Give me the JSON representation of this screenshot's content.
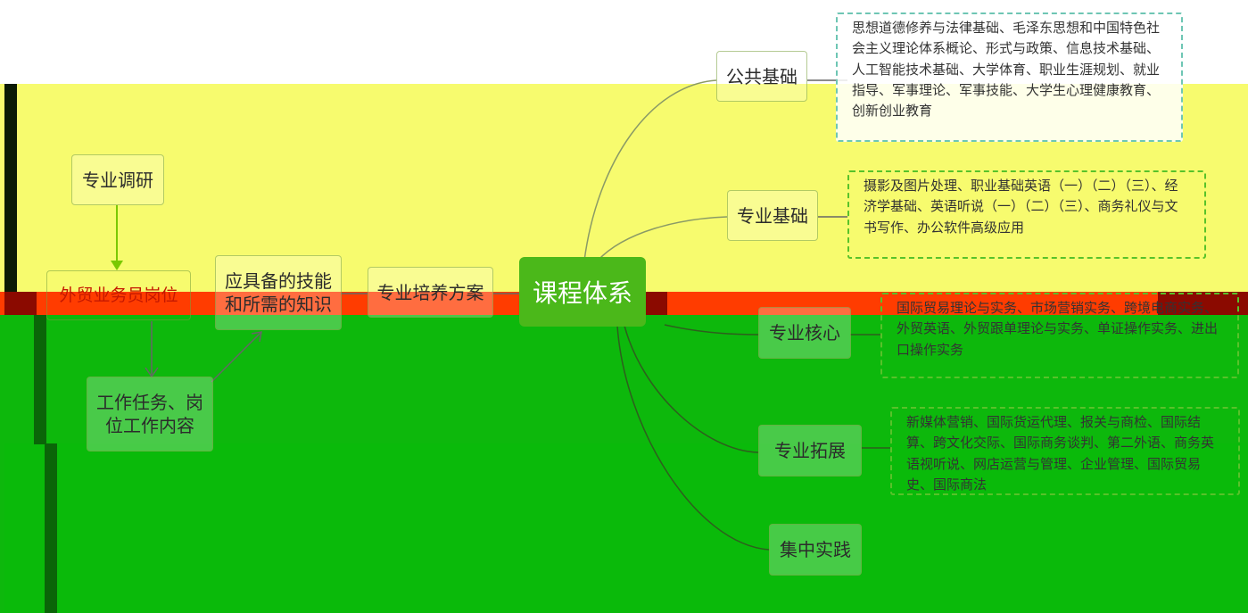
{
  "diagram": {
    "center": "课程体系",
    "flow": {
      "research": "专业调研",
      "position": "外贸业务员岗位",
      "task": "工作任务、岗位工作内容",
      "skills": "应具备的技能和所需的知识",
      "plan": "专业培养方案"
    },
    "branches": [
      {
        "label": "公共基础",
        "detail": "思想道德修养与法律基础、毛泽东思想和中国特色社会主义理论体系概论、形式与政策、信息技术基础、人工智能技术基础、大学体育、职业生涯规划、就业指导、军事理论、军事技能、大学生心理健康教育、创新创业教育"
      },
      {
        "label": "专业基础",
        "detail": "摄影及图片处理、职业基础英语（一）（二）（三）、经济学基础、英语听说（一）（二）（三）、商务礼仪与文书写作、办公软件高级应用"
      },
      {
        "label": "专业核心",
        "detail": "国际贸易理论与实务、市场营销实务、跨境电商实务、外贸英语、外贸跟单理论与实务、单证操作实务、进出口操作实务"
      },
      {
        "label": "专业拓展",
        "detail": "新媒体营销、国际货运代理、报关与商检、国际结算、跨文化交际、国际商务谈判、第二外语、商务英语视听说、网店运营与管理、企业管理、国际贸易史、国际商法"
      },
      {
        "label": "集中实践",
        "detail": ""
      }
    ]
  },
  "colors": {
    "yellow_band": "#f7fb6e",
    "green_band": "#0db80c",
    "red_band": "#ff3c00",
    "central_node": "#4bb81a",
    "dashed_border": "#58c22a"
  }
}
